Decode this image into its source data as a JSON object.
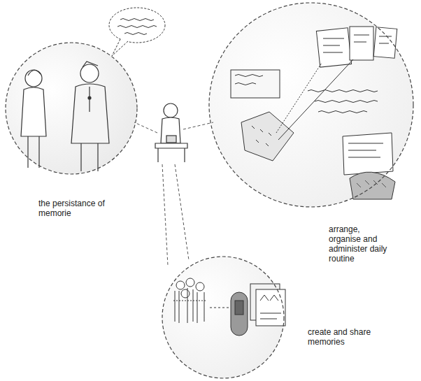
{
  "diagram": {
    "nodes": [
      {
        "text": [
          "the persistance of memorie"
        ]
      },
      {
        "text": [
          "arrange, organise and administer daily routine"
        ]
      },
      {
        "text": [
          "create and share memories"
        ]
      }
    ]
  }
}
